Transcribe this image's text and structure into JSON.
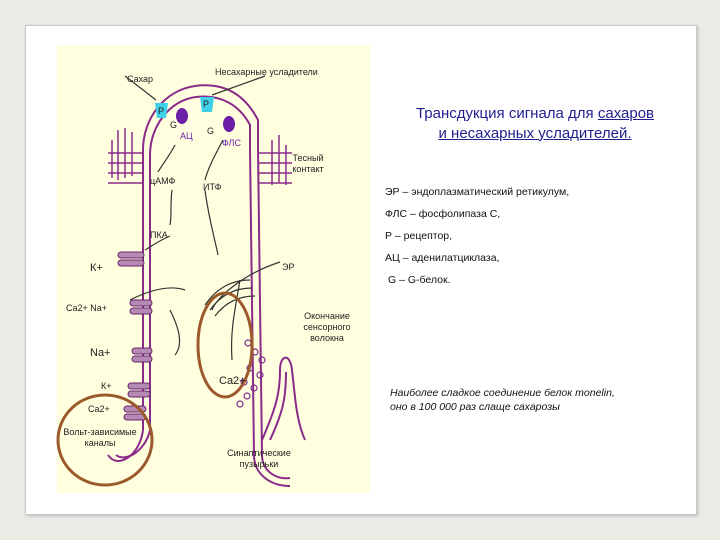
{
  "diagram": {
    "labels": {
      "sugar": "Сахар",
      "non_sugar": "Несахарные усладители",
      "r_left": "Р",
      "r_right": "Р",
      "g_left": "G",
      "g_right": "G",
      "ac": "АЦ",
      "plc": "ФЛС",
      "tight_contact_1": "Тесный",
      "tight_contact_2": "контакт",
      "camp": "цАМФ",
      "itf": "ИТФ",
      "pka": "ПКА",
      "k_top": "К+",
      "er": "ЭР",
      "ca_na": "Ca2+ Na+",
      "nerve_1": "Окончание",
      "nerve_2": "сенсорного",
      "nerve_3": "волокна",
      "na": "Na+",
      "k_bottom": "К+",
      "ca_inner": "Ca2+",
      "ca_bottom": "Ca2+",
      "volt_1": "Вольт-зависимые",
      "volt_2": "каналы",
      "vesicles_1": "Синаптические",
      "vesicles_2": "пузырьки"
    }
  },
  "title": {
    "line1": "Трансдукция сигнала для",
    "line1_underlined": "сахаров",
    "line2": "и несахарных усладителей."
  },
  "legend": [
    "ЭР – эндоплазматический ретикулум,",
    "ФЛС – фосфолипаза С,",
    "Р – рецептор,",
    "АЦ – аденилатциклаза,",
    "G – G-белок."
  ],
  "note": {
    "line1": "Наиболее сладкое соединение белок monelin,",
    "line2": "оно в 100 000 раз слаще сахарозы"
  },
  "colors": {
    "membrane": "#8a2a8a",
    "channel_fill": "#b58ab5",
    "receptor": "#3fd0e8",
    "g_protein": "#6a1fa6",
    "highlight_circle": "#9c5a2c",
    "title_color": "#1f1f8f",
    "panel_bg": "#ffffdf"
  }
}
